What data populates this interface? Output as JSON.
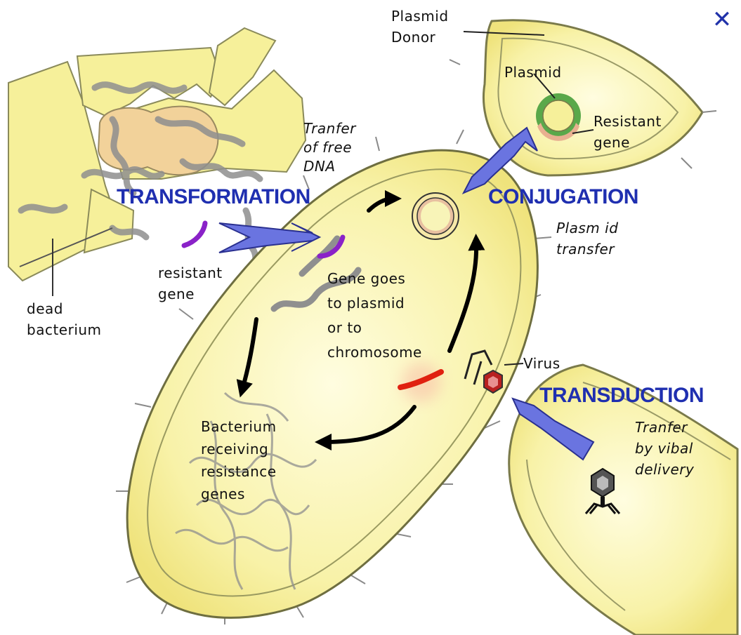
{
  "colors": {
    "cell_fill": "#f6f09a",
    "cell_stroke": "#7a7a4a",
    "process_label": "#1f2fb0",
    "arrow_blue": "#6a74e0",
    "resistant_gene_transformation": "#8a22c8",
    "resistant_gene_transduction": "#e02010",
    "plasmid_ring": "#5aa84a",
    "nucleus": "#f2d29a"
  },
  "close_icon": "close-icon",
  "labels": {
    "plasmid_donor": "Plasmid\nDonor",
    "plasmid": "Plasmid",
    "resistant_gene_conjugation": "Resistant\ngene",
    "transfer_free_dna": "Tranfer\nof free\nDNA",
    "transformation": "TRANSFORMATION",
    "conjugation": "CONJUGATION",
    "plasmid_transfer": "Plasm id\ntransfer",
    "resistant_gene_transformation": "resistant\ngene",
    "dead_bacterium": "dead\nbacterium",
    "gene_goes": "Gene goes\nto plasmid\nor to\nchromosome",
    "virus": "Virus",
    "transduction": "TRANSDUCTION",
    "viral_delivery": "Tranfer\nby vibal\ndelivery",
    "receiving_bacterium": "Bacterium\nreceiving\nresistance\ngenes"
  }
}
